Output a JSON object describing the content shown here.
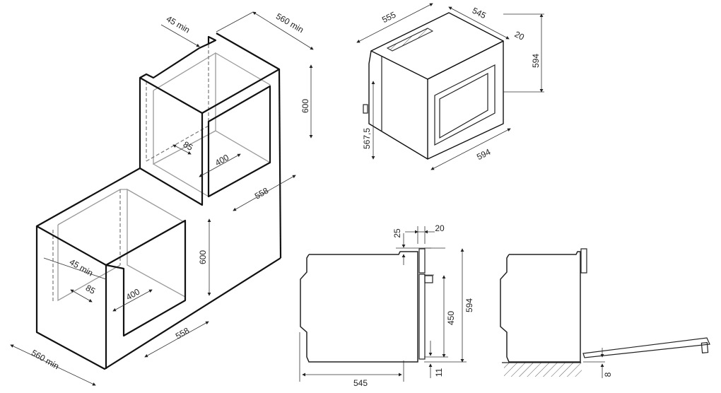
{
  "diagram": {
    "upper_cabinet": {
      "gap_label": "45 min",
      "depth_label": "560 min",
      "height_label": "600",
      "vent_depth_label": "85",
      "vent_width_label": "400",
      "width_label": "558"
    },
    "lower_cabinet": {
      "gap_label": "45 min",
      "vent_depth_label": "85",
      "vent_width_label": "400",
      "height_label": "600",
      "width_label": "558",
      "depth_label": "560 min"
    },
    "oven_iso": {
      "width_label": "555",
      "depth_label": "545",
      "door_thickness_label": "20",
      "height_label": "594",
      "body_height_label": "567,5",
      "front_width_label": "594"
    },
    "side_view": {
      "top_offset_label": "25",
      "door_thickness_label": "20",
      "total_height_label": "594",
      "door_height_label": "450",
      "depth_label": "545",
      "bottom_offset_label": "11"
    },
    "open_door_view": {
      "clearance_label": "8"
    }
  }
}
